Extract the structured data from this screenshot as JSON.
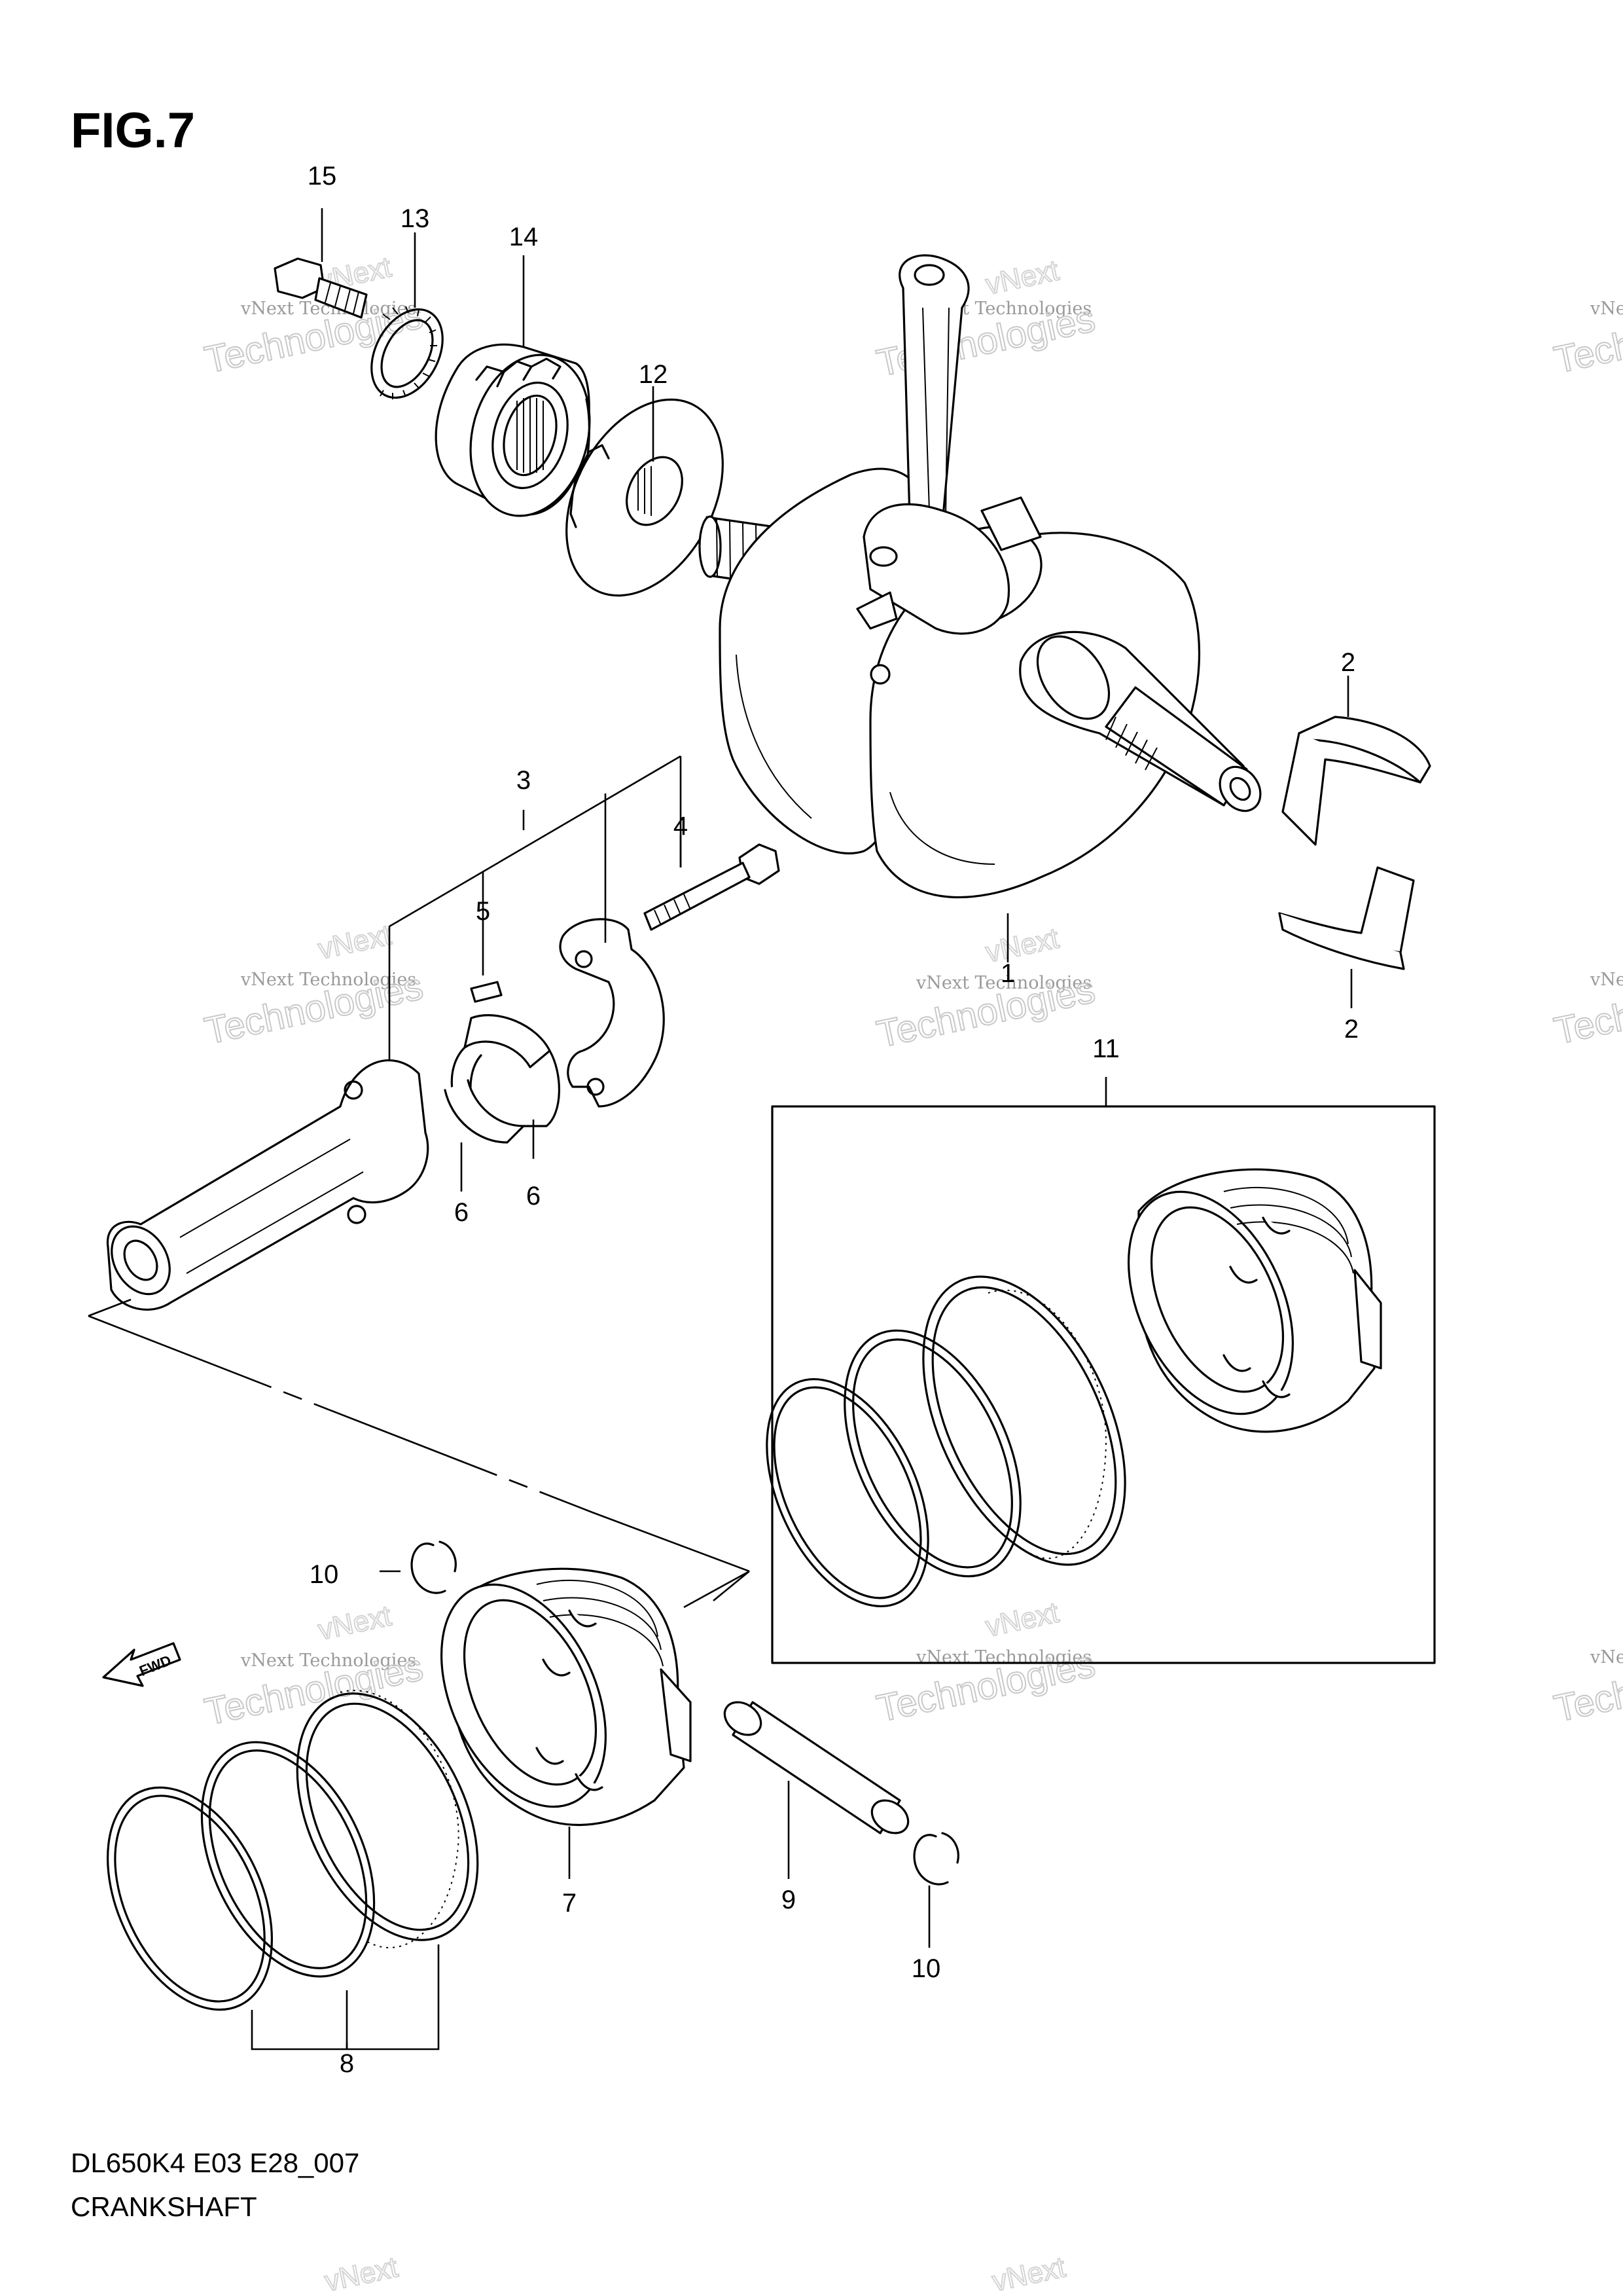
{
  "figure": {
    "title": "FIG.7",
    "code": "DL650K4 E03 E28_007",
    "name": "CRANKSHAFT"
  },
  "callouts": [
    "1",
    "2",
    "2",
    "3",
    "4",
    "5",
    "6",
    "6",
    "7",
    "8",
    "9",
    "10",
    "10",
    "11",
    "12",
    "13",
    "14",
    "15"
  ],
  "fwd_badge": "FWD",
  "watermark": {
    "line1": "vNext Technologies",
    "line2": "Technologies",
    "line3": "vNext"
  },
  "colors": {
    "ink": "#000000",
    "watermark": "#9a9a9a",
    "background": "#ffffff"
  }
}
